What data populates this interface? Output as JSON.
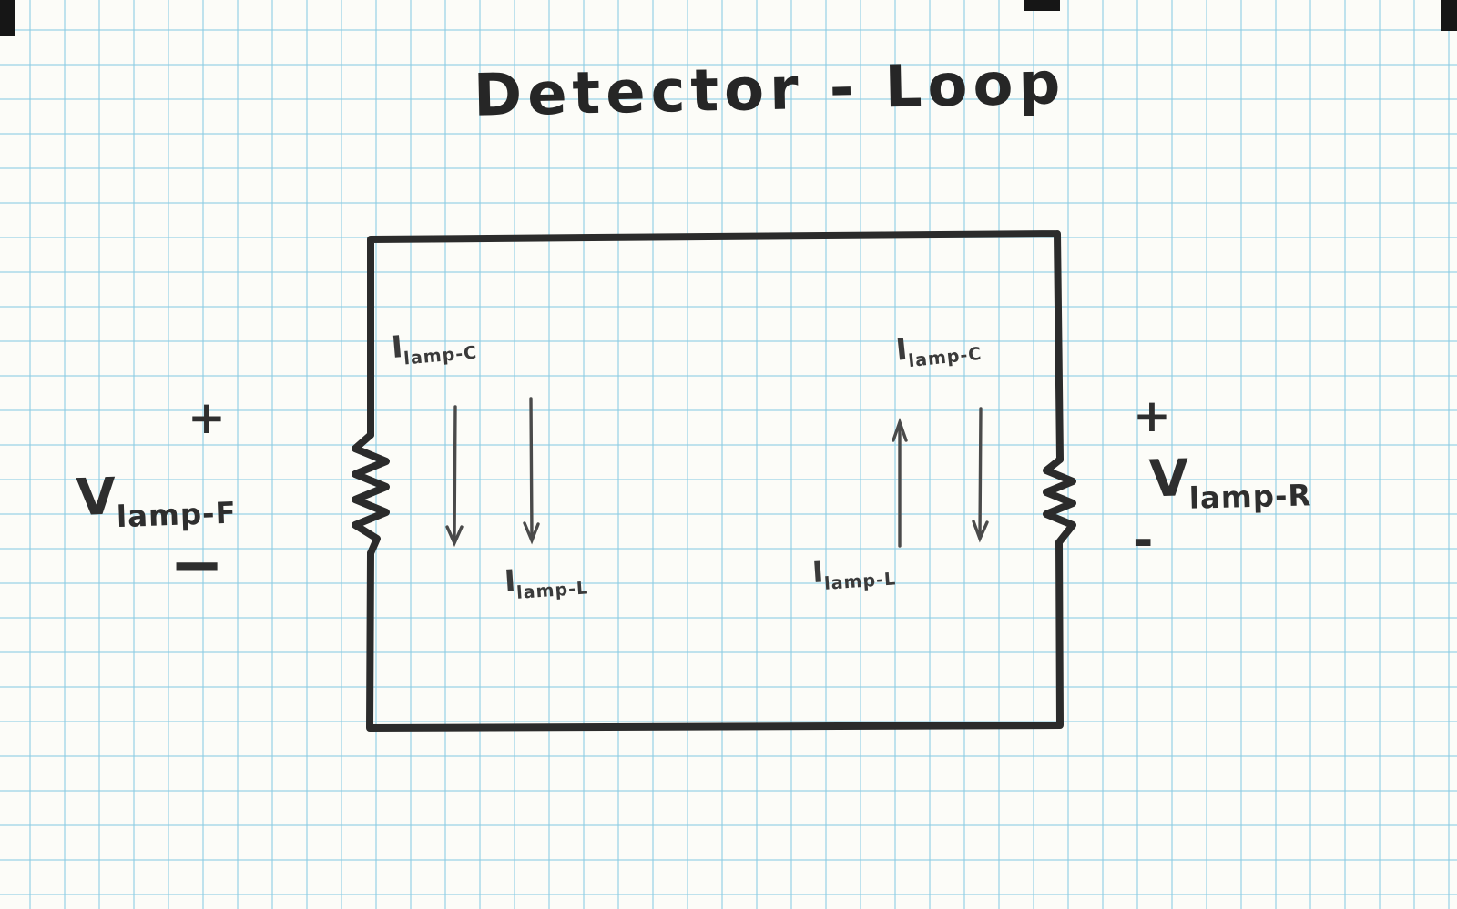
{
  "title": "Detector - Loop",
  "left_source": {
    "plus": "+",
    "base": "V",
    "sub": "lamp-F",
    "minus": "−"
  },
  "right_source": {
    "plus": "+",
    "base": "V",
    "sub": "lamp-R",
    "minus": "-"
  },
  "currents": {
    "left_top": {
      "base": "I",
      "sub": "lamp-C"
    },
    "left_bottom": {
      "base": "I",
      "sub": "lamp-L"
    },
    "right_top": {
      "base": "I",
      "sub": "lamp-C"
    },
    "right_bottom": {
      "base": "I",
      "sub": "lamp-L"
    }
  },
  "colors": {
    "ink": "#2b2b2b",
    "pen": "#4a4a4a",
    "grid": "#c3e5f0",
    "paper": "#fcfcf8"
  }
}
